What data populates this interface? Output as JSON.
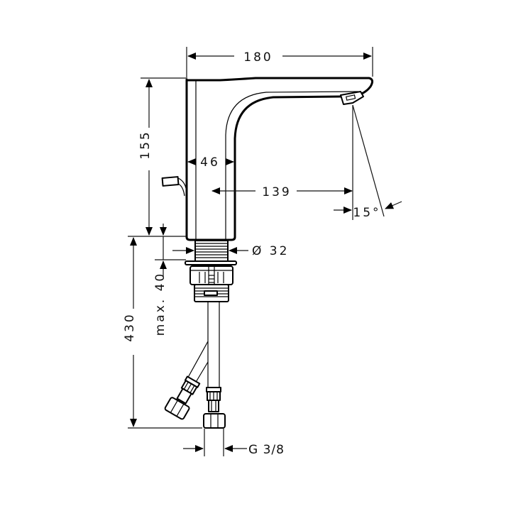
{
  "drawing": {
    "type": "technical-dimension-drawing",
    "subject": "single-lever basin faucet with flexible supply hoses",
    "dimensions": {
      "overall_width": "180",
      "height_body": "155",
      "body_width": "46",
      "spout_projection": "139",
      "spray_angle": "15°",
      "shank_diameter": "Ø 32",
      "max_counter_thickness": "max. 40",
      "hose_length": "430",
      "connection_thread": "G 3/8"
    }
  }
}
